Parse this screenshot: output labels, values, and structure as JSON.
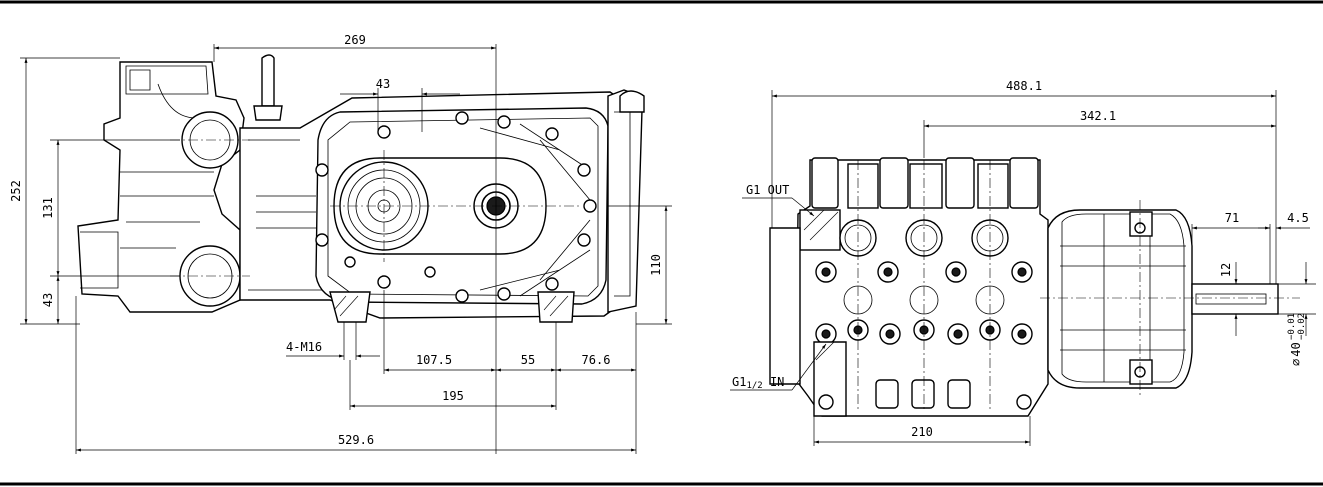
{
  "side_view": {
    "dim_overall_length": "529.6",
    "dim_top_269": "269",
    "dim_43_top": "43",
    "dim_height_252": "252",
    "dim_131": "131",
    "dim_43_side": "43",
    "dim_110": "110",
    "dim_107_5": "107.5",
    "dim_55": "55",
    "dim_76_6": "76.6",
    "dim_195": "195",
    "label_mounting_bolts": "4-M16"
  },
  "front_view": {
    "dim_488_1": "488.1",
    "dim_342_1": "342.1",
    "dim_71": "71",
    "dim_4_5": "4.5",
    "dim_12": "12",
    "dim_210": "210",
    "label_outlet": "G1 OUT",
    "label_inlet": "G1",
    "label_inlet_sub": "1/2",
    "label_inlet_suffix": " IN",
    "shaft_diameter_symbol": "∅",
    "shaft_diameter": "40",
    "shaft_tol_upper": "−0.01",
    "shaft_tol_lower": "−0.02"
  }
}
